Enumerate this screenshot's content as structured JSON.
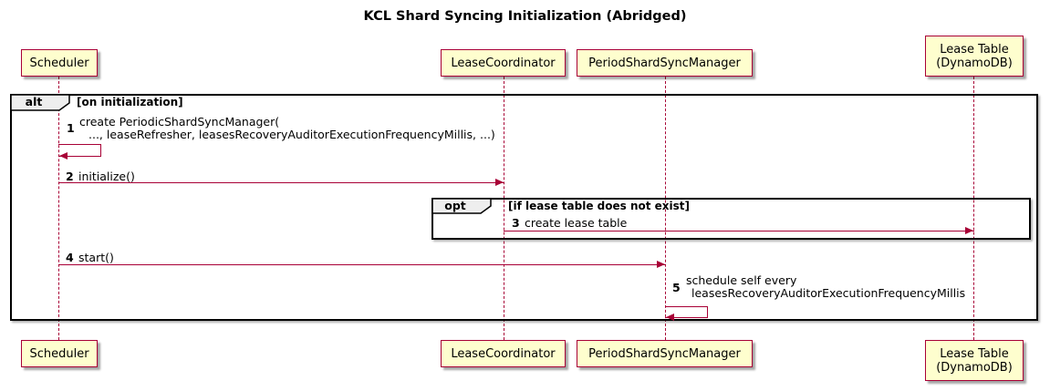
{
  "title": "KCL Shard Syncing Initialization (Abridged)",
  "participants": {
    "scheduler": {
      "label": "Scheduler"
    },
    "lease_coordinator": {
      "label": "LeaseCoordinator"
    },
    "period_shard_sync_manager": {
      "label": "PeriodShardSyncManager"
    },
    "lease_table": {
      "line1": "Lease Table",
      "line2": "(DynamoDB)"
    }
  },
  "alt_frame": {
    "keyword": "alt",
    "condition": "[on initialization]"
  },
  "opt_frame": {
    "keyword": "opt",
    "condition": "[if lease table does not exist]"
  },
  "messages": {
    "m1": {
      "num": "1",
      "line1": "create PeriodicShardSyncManager(",
      "line2": "..., leaseRefresher, leasesRecoveryAuditorExecutionFrequencyMillis, ...)"
    },
    "m2": {
      "num": "2",
      "text": "initialize()"
    },
    "m3": {
      "num": "3",
      "text": "create lease table"
    },
    "m4": {
      "num": "4",
      "text": "start()"
    },
    "m5": {
      "num": "5",
      "line1": "schedule self every",
      "line2": "leasesRecoveryAuditorExecutionFrequencyMillis"
    }
  },
  "colors": {
    "participant_fill": "#FEFECE",
    "participant_border": "#A80036",
    "arrow": "#A80036",
    "frame_border": "#000000",
    "keyword_fill": "#EEEEEE"
  }
}
